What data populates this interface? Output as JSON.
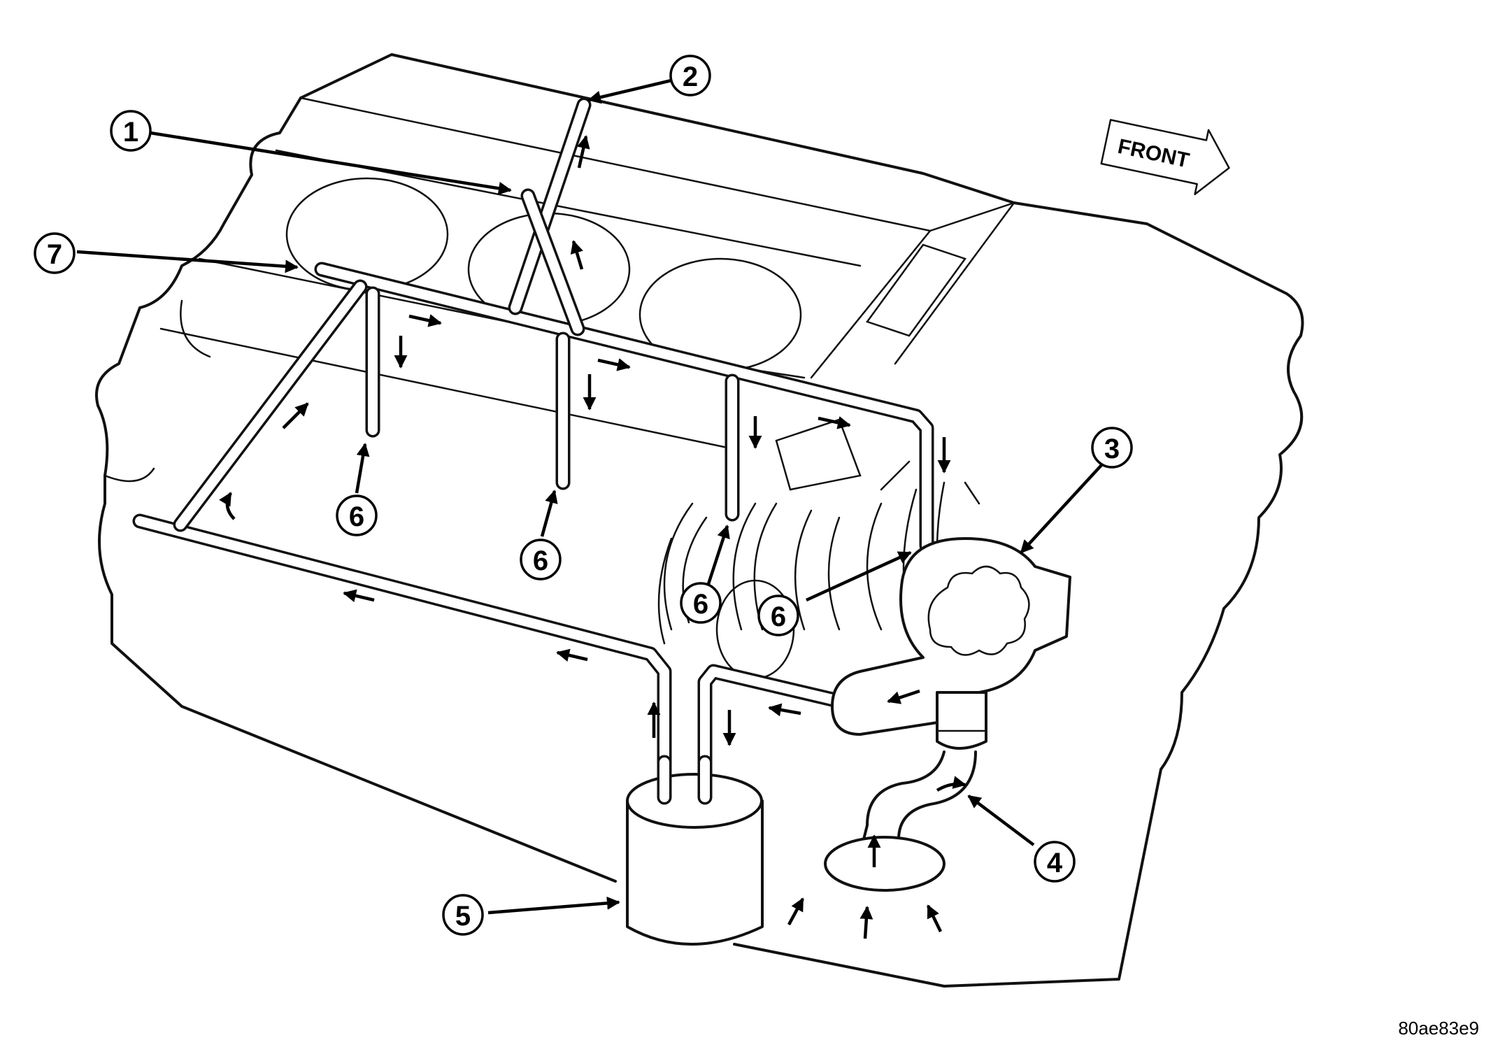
{
  "callouts": [
    {
      "id": "callout-1",
      "label": "1"
    },
    {
      "id": "callout-2",
      "label": "2"
    },
    {
      "id": "callout-3",
      "label": "3"
    },
    {
      "id": "callout-4",
      "label": "4"
    },
    {
      "id": "callout-5",
      "label": "5"
    },
    {
      "id": "callout-6a",
      "label": "6"
    },
    {
      "id": "callout-6b",
      "label": "6"
    },
    {
      "id": "callout-6c",
      "label": "6"
    },
    {
      "id": "callout-6d",
      "label": "6"
    },
    {
      "id": "callout-7",
      "label": "7"
    }
  ],
  "front_label": "FRONT",
  "figure_id": "80ae83e9"
}
